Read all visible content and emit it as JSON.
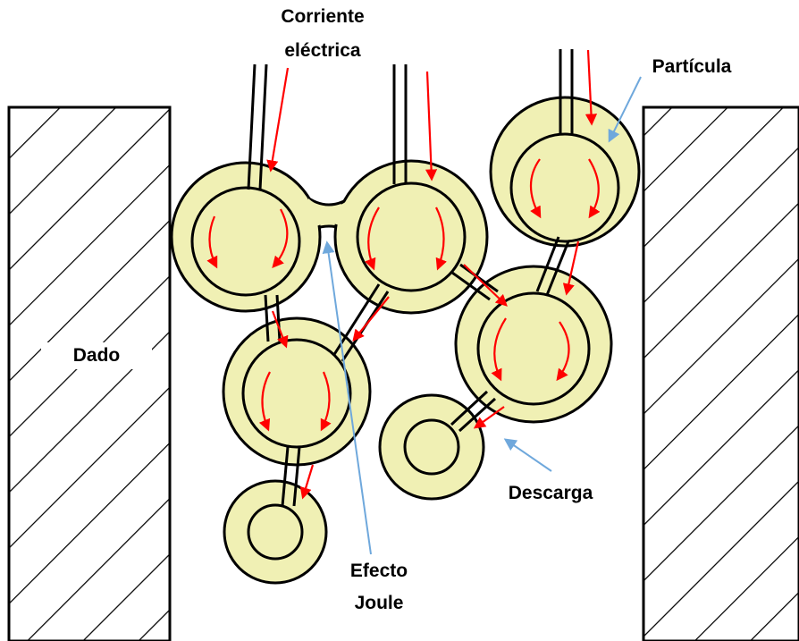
{
  "labels": {
    "current_line1": "Corriente",
    "current_line2": "eléctrica",
    "particle": "Partícula",
    "die": "Dado",
    "discharge": "Descarga",
    "joule_line1": "Efecto",
    "joule_line2": "Joule"
  },
  "colors": {
    "particle_fill": "#f0f0b4",
    "outline": "#000000",
    "current_arrow": "#ff0000",
    "pointer_arrow": "#6fa8dc",
    "hatch": "#000000"
  }
}
